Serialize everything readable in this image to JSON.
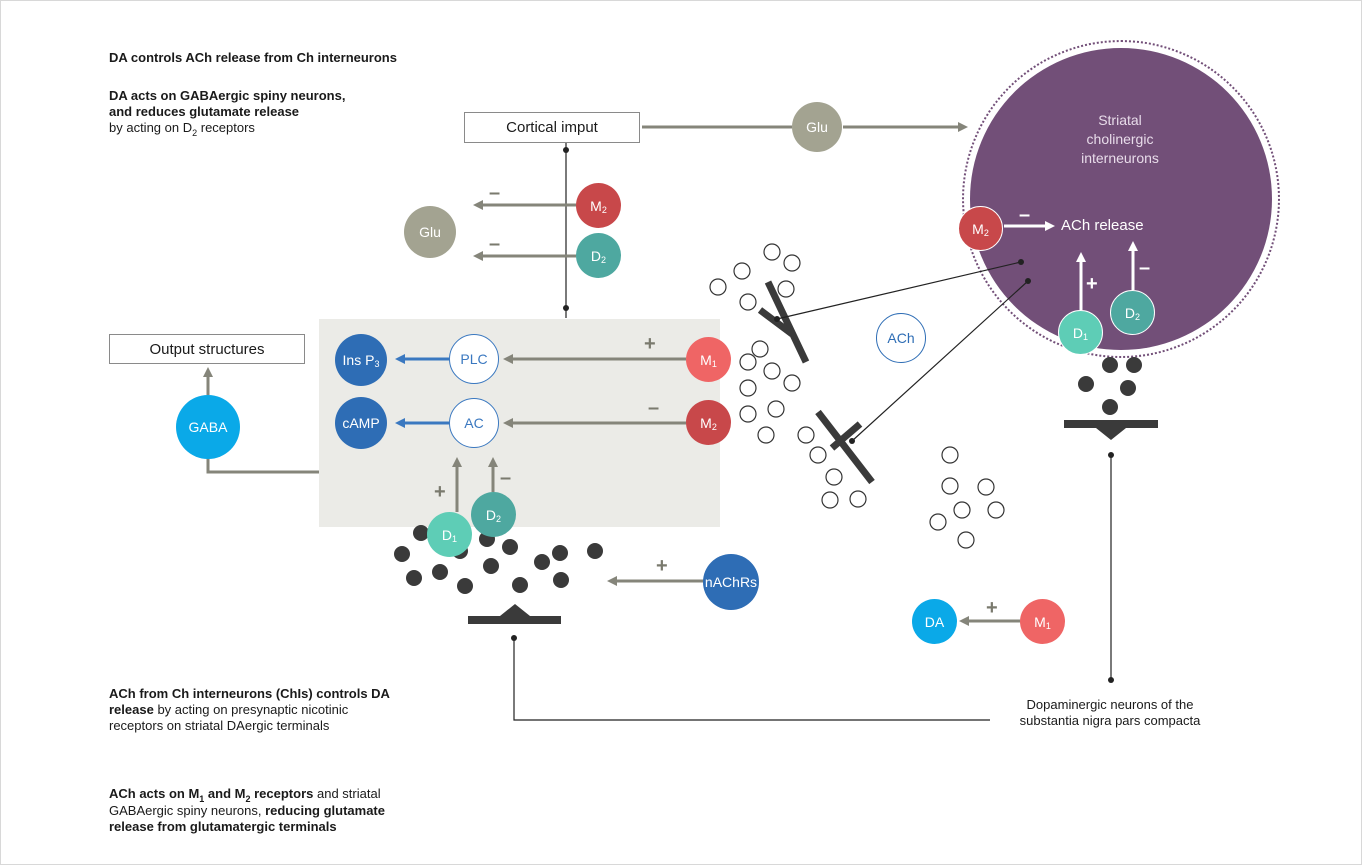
{
  "headings": {
    "h1": "DA controls ACh release from Ch interneurons",
    "h2_bold": "DA acts on GABAergic spiny neurons,",
    "h2_bold2": "and reduces glutamate release",
    "h2_rest": "by acting on D",
    "h2_sub": "2",
    "h2_tail": " receptors"
  },
  "bottom": {
    "p1_bold": "ACh from Ch interneurons (ChIs) controls DA",
    "p1_bold2": "release",
    "p1_rest": " by acting on presynaptic nicotinic",
    "p1_line3": "receptors on striatal DAergic terminals",
    "p2_bold": "ACh acts on M",
    "p2_sub1": "1",
    "p2_bold_and": " and M",
    "p2_sub2": "2",
    "p2_bold_end": " receptors",
    "p2_rest": " and striatal",
    "p2_line2a": "GABAergic spiny neurons, ",
    "p2_line2b": "reducing glutamate",
    "p2_line3": "release from glutamatergic terminals"
  },
  "boxes": {
    "cortical": "Cortical imput",
    "output": "Output structures"
  },
  "nodes": {
    "glu_top": "Glu",
    "glu_left": "Glu",
    "m_letter": "M",
    "d_letter": "D",
    "sub1": "1",
    "sub2": "2",
    "ins": "Ins P",
    "ins_sub": "3",
    "plc": "PLC",
    "camp": "cAMP",
    "ac": "AC",
    "gaba": "GABA",
    "nachrs": "nAChRs",
    "ach": "ACh",
    "da": "DA"
  },
  "interneuron": {
    "title1": "Striatal",
    "title2": "cholinergic",
    "title3": "interneurons",
    "release": "ACh release"
  },
  "dopa_label1": "Dopaminergic neurons of the",
  "dopa_label2": "substantia nigra pars compacta",
  "signs": {
    "plus": "+",
    "minus": "–"
  },
  "colors": {
    "purple": "#724f78",
    "red": "#c8484a",
    "salmon": "#ef6565",
    "teal": "#4ea8a0",
    "mint": "#5ecdb6",
    "blue": "#2e6db5",
    "cyan": "#0aa9e8",
    "glu": "#a3a391",
    "arrow": "#85857a",
    "grey_box": "#ebebe7"
  }
}
